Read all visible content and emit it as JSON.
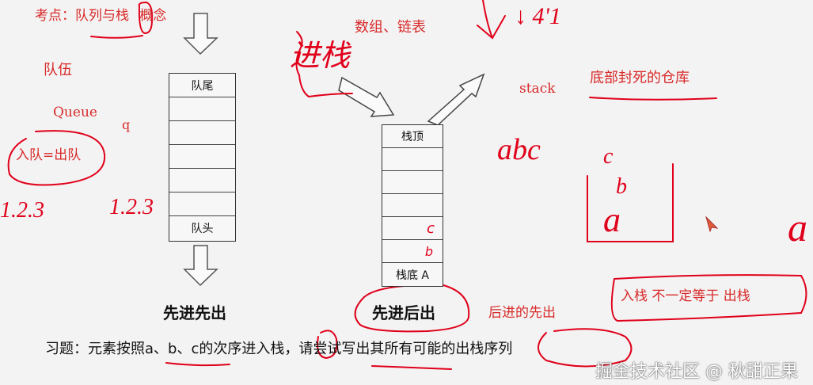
{
  "title": {
    "label": "考点：",
    "topic": "队列与栈",
    "suffix": "概念"
  },
  "left_notes": {
    "word": "队伍",
    "english": "Queue",
    "abbr": "q",
    "circled": "入队=出队",
    "seq1": "1.2.3",
    "seq2": "1.2.3"
  },
  "queue": {
    "cells": [
      "队尾",
      "",
      "",
      "",
      "",
      "",
      "队头"
    ],
    "caption": "先进先出"
  },
  "middle_notes": {
    "top": "数组、链表",
    "hand": "进栈",
    "arrow_top": "↓ 4'1"
  },
  "stack": {
    "cells": [
      "栈顶",
      "",
      "",
      "",
      "c",
      "b",
      "栈底 A"
    ],
    "caption": "先进后出",
    "note": "后进的先出"
  },
  "right_notes": {
    "english": "stack",
    "desc": "底部封死的仓库",
    "hand_abc": "abc",
    "cup_letters": [
      "c",
      "b",
      "a"
    ],
    "edge": "a",
    "boxed": "入栈 不一定等于 出栈"
  },
  "exercise": "习题：元素按照a、b、c的次序进入栈，请尝试写出其所有可能的出栈序列",
  "watermark": "掘金技术社区 @ 秋甜正果",
  "colors": {
    "ink": "#e0001a",
    "text_red": "#d92a2a",
    "text": "#111111",
    "background": "#f3f3f3"
  }
}
